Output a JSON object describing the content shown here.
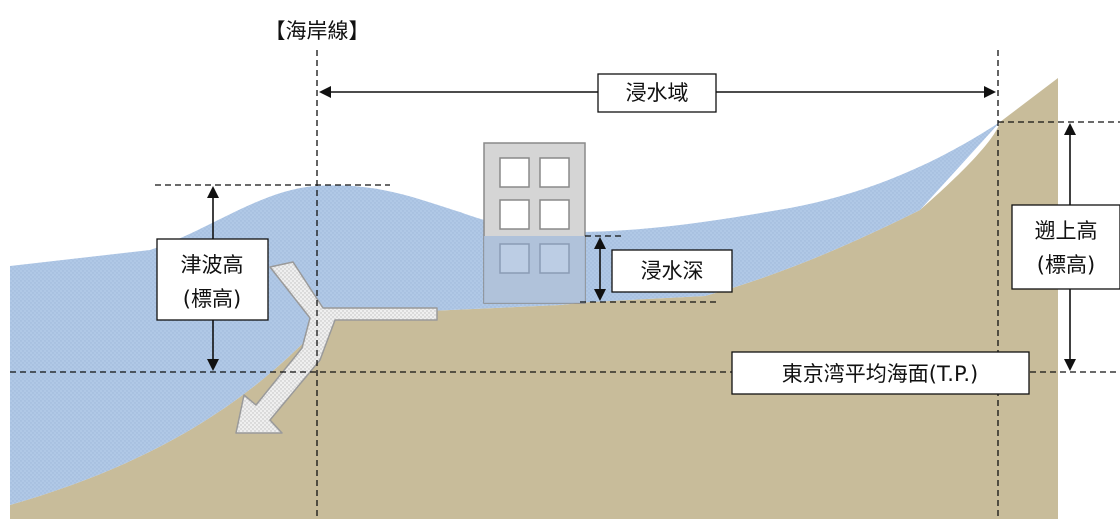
{
  "labels": {
    "coastline": "【海岸線】",
    "inundation_area": "浸水域",
    "tsunami_height_line1": "津波高",
    "tsunami_height_line2": "(標高)",
    "inundation_depth": "浸水深",
    "runup_height_line1": "遡上高",
    "runup_height_line2": "(標高)",
    "mean_sea_level": "東京湾平均海面(T.P.)"
  },
  "colors": {
    "ground": "#C8BC9A",
    "water": "#B0C8E6",
    "water_dot": "#9FB8DA",
    "building": "#D5D5D5",
    "building_stroke": "#8A8A8A",
    "arrow_fill": "#E9E9E9",
    "line": "#111111"
  }
}
